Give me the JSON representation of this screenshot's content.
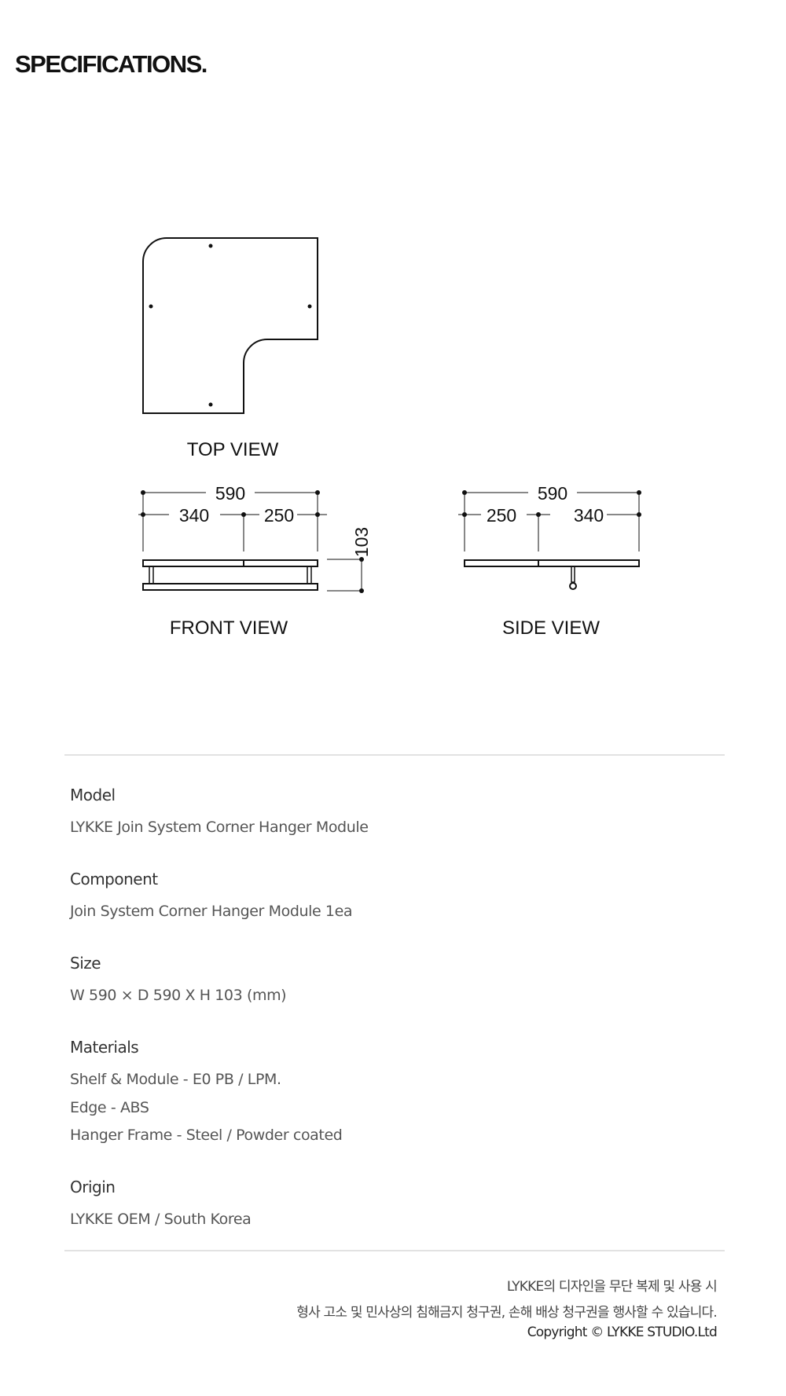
{
  "title": "SPECIFICATIONS.",
  "drawing": {
    "top_view_label": "TOP VIEW",
    "front_view_label": "FRONT VIEW",
    "side_view_label": "SIDE VIEW",
    "front_dims": {
      "total": "590",
      "left": "340",
      "right": "250",
      "height": "103"
    },
    "side_dims": {
      "total": "590",
      "left": "250",
      "right": "340"
    }
  },
  "specs": [
    {
      "label": "Model",
      "values": [
        "LYKKE Join System Corner Hanger Module"
      ]
    },
    {
      "label": "Component",
      "values": [
        "Join System Corner Hanger Module 1ea"
      ]
    },
    {
      "label": "Size",
      "values": [
        "W 590 × D 590 X H 103 (mm)"
      ]
    },
    {
      "label": "Materials",
      "values": [
        "Shelf & Module - E0 PB / LPM.",
        "Edge - ABS",
        "Hanger Frame - Steel / Powder coated"
      ]
    },
    {
      "label": "Origin",
      "values": [
        "LYKKE OEM / South Korea"
      ]
    }
  ],
  "footer": {
    "line1": "LYKKE의 디자인을 무단 복제 및 사용 시",
    "line2": "형사 고소 및 민사상의 침해금지 청구권, 손해 배상 청구권을 행사할 수 있습니다.",
    "copyright": "Copyright © LYKKE STUDIO.Ltd"
  }
}
